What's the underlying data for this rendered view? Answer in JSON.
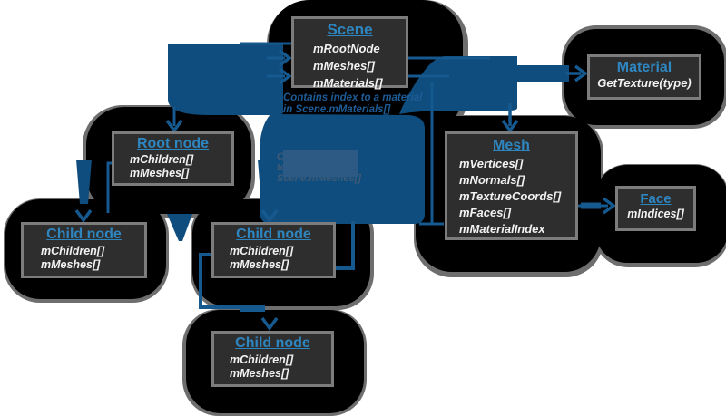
{
  "diagram": {
    "boxes": {
      "scene": {
        "title": "Scene",
        "fields": [
          "mRootNode",
          "mMeshes[]",
          "mMaterials[]"
        ]
      },
      "material": {
        "title": "Material",
        "fields": [
          "GetTexture(type)"
        ]
      },
      "mesh": {
        "title": "Mesh",
        "fields": [
          "mVertices[]",
          "mNormals[]",
          "mTextureCoords[]",
          "mFaces[]",
          "mMaterialIndex"
        ]
      },
      "face": {
        "title": "Face",
        "fields": [
          "mIndices[]"
        ]
      },
      "root_node": {
        "title": "Root node",
        "fields": [
          "mChildren[]",
          "mMeshes[]"
        ]
      },
      "child_node_1": {
        "title": "Child node",
        "fields": [
          "mChildren[]",
          "mMeshes[]"
        ]
      },
      "child_node_2": {
        "title": "Child node",
        "fields": [
          "mChildren[]",
          "mMeshes[]"
        ]
      },
      "child_node_3": {
        "title": "Child node",
        "fields": [
          "mChildren[]",
          "mMeshes[]"
        ]
      }
    },
    "notes": {
      "material_note": {
        "line1": "Contains index to a material",
        "line2": "in Scene.mMaterials[]"
      },
      "mesh_note": {
        "line1": "Contains indices",
        "line2": "to meshes in",
        "line3": "Scene.mMeshes[]"
      }
    },
    "colors": {
      "accent_blue": "#2e86c1",
      "connector_blue": "#16598f",
      "blob_blue": "#0f4d7e",
      "note_blue": "#1d5c96",
      "hidden_note_text": "#3f5a75",
      "hidden_note_cover": "#2c5a84",
      "box_background": "#2e2e2e",
      "box_border": "#7c7c7c",
      "blob_black": "#000000",
      "blob_gray": "#6e6e6e",
      "page_background": "#ffffff"
    }
  }
}
